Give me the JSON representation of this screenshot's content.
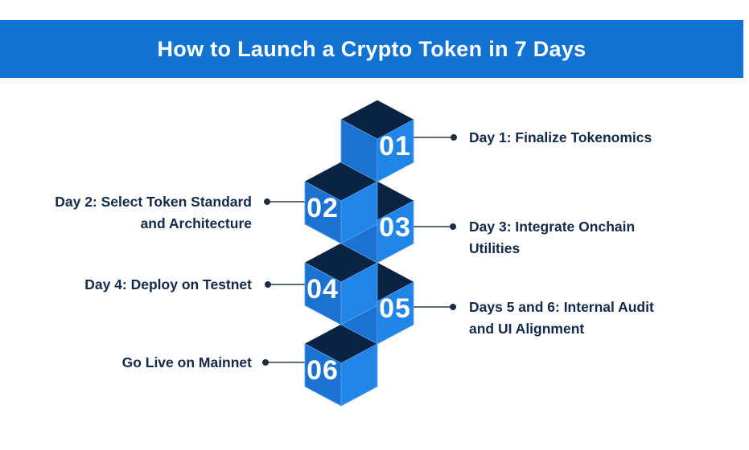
{
  "banner": {
    "title": "How to Launch a Crypto Token in 7 Days"
  },
  "colors": {
    "banner_bg": "#1273D2",
    "banner_text": "#FFFFFF",
    "cube_top": "#0A2342",
    "cube_left_face": "#1B72D1",
    "cube_right_face": "#2184E7",
    "cube_edge_highlight": "#58A2EA",
    "cube_number_text": "#FFFFFF",
    "label_text": "#132A4A",
    "connector_line": "#2B394E",
    "connector_dot": "#1F2C40"
  },
  "steps": [
    {
      "number": "01",
      "lines": [
        "Day 1: Finalize Tokenomics"
      ]
    },
    {
      "number": "02",
      "lines": [
        "Day 2: Select Token Standard",
        "and Architecture"
      ]
    },
    {
      "number": "03",
      "lines": [
        "Day 3: Integrate Onchain",
        "Utilities"
      ]
    },
    {
      "number": "04",
      "lines": [
        "Day 4: Deploy on Testnet"
      ]
    },
    {
      "number": "05",
      "lines": [
        "Days 5 and 6: Internal Audit",
        "and UI Alignment"
      ]
    },
    {
      "number": "06",
      "lines": [
        "Go Live on Mainnet"
      ]
    }
  ]
}
